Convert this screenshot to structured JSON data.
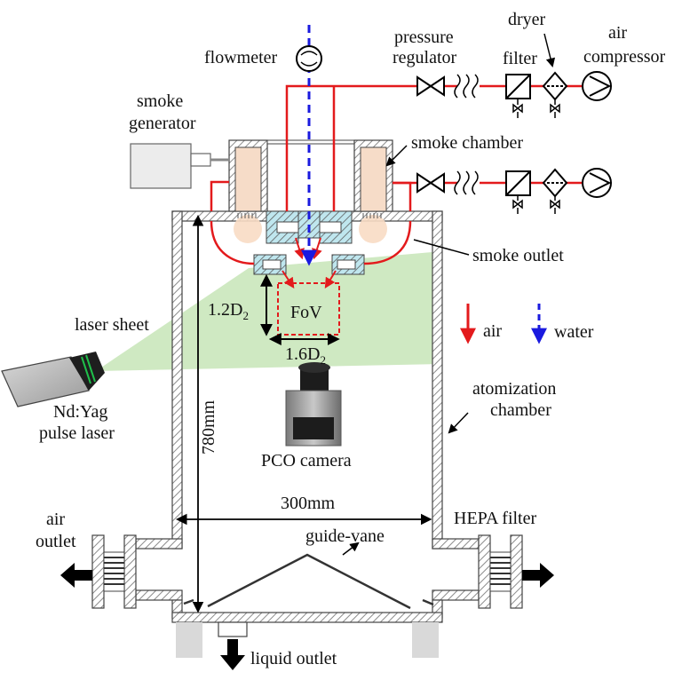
{
  "labels": {
    "flowmeter": "flowmeter",
    "pressure_1": "pressure",
    "pressure_2": "regulator",
    "dryer": "dryer",
    "filter": "filter",
    "air_1": "air",
    "air_2": "compressor",
    "smoke_gen_1": "smoke",
    "smoke_gen_2": "generator",
    "smoke_chamber": "smoke chamber",
    "smoke_outlet": "smoke outlet",
    "laser_sheet": "laser sheet",
    "fov": "FoV",
    "dim_vertical": "1.2D",
    "dim_vertical_sub": "2",
    "dim_horizontal": "1.6D",
    "dim_horizontal_sub": "2",
    "legend_air": "air",
    "legend_water": "water",
    "laser_1": "Nd:Yag",
    "laser_2": "pulse laser",
    "height": "780mm",
    "camera": "PCO camera",
    "atom_1": "atomization",
    "atom_2": "chamber",
    "width": "300mm",
    "air_outlet_1": "air",
    "air_outlet_2": "outlet",
    "hepa": "HEPA filter",
    "guide_vane": "guide-vane",
    "liquid_outlet": "liquid outlet"
  },
  "colors": {
    "air_line": "#e31a1c",
    "water_line": "#1a1adf",
    "laser_sheet": "#cfe9c2",
    "fov_box": "#e31a1c",
    "wall_hatch": "#8c8c8c",
    "smoke_fill": "#f6dcc8",
    "nozzle_fill": "#bfe6ee"
  }
}
